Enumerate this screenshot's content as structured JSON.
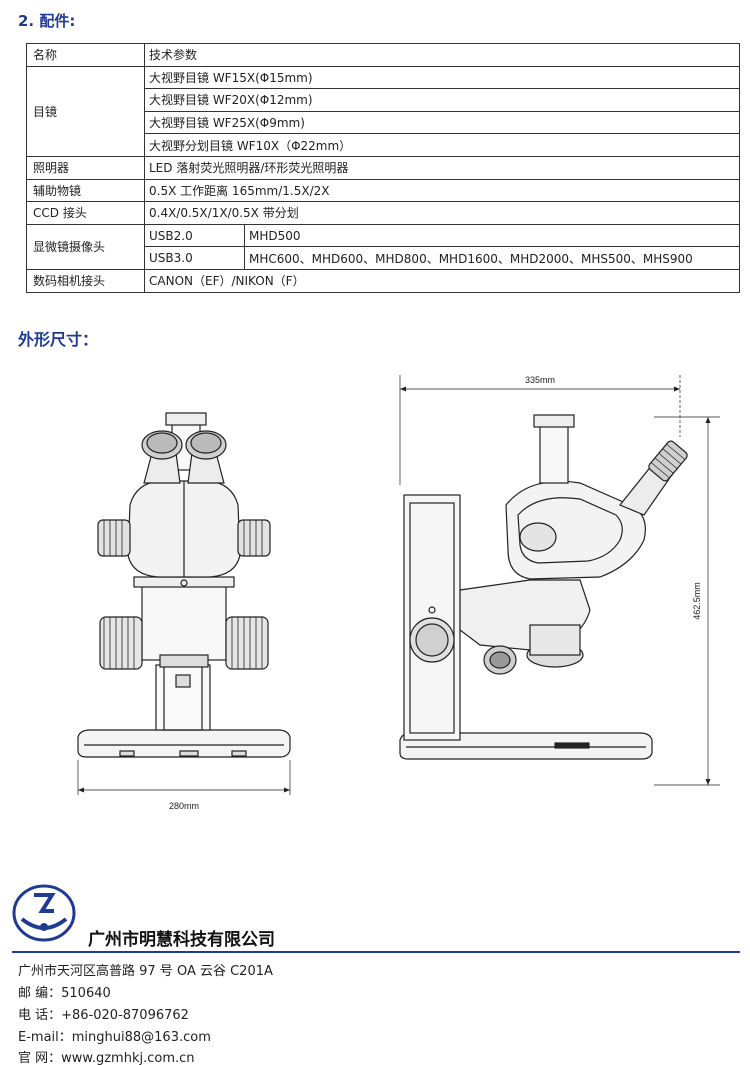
{
  "section1_title": "2. 配件:",
  "section2_title": "外形尺寸：",
  "table": {
    "header": [
      "名称",
      "技术参数"
    ],
    "eyepiece": {
      "label": "目镜",
      "items": [
        "大视野目镜  WF15X(Φ15mm)",
        "大视野目镜  WF20X(Φ12mm)",
        "大视野目镜  WF25X(Φ9mm)",
        "大视野分划目镜  WF10X（Φ22mm）"
      ]
    },
    "illumination": {
      "label": "照明器",
      "value": "LED 落射荧光照明器/环形荧光照明器"
    },
    "aux_objective": {
      "label": "辅助物镜",
      "value": "0.5X 工作距离 165mm/1.5X/2X"
    },
    "ccd": {
      "label": "CCD 接头",
      "value": "0.4X/0.5X/1X/0.5X 带分划"
    },
    "camera": {
      "label": "显微镜摄像头",
      "rows": [
        {
          "type": "USB2.0",
          "models": "MHD500"
        },
        {
          "type": "USB3.0",
          "models": "MHC600、MHD600、MHD800、MHD1600、MHD2000、MHS500、MHS900"
        }
      ]
    },
    "dslr": {
      "label": "数码相机接头",
      "value": "CANON（EF）/NIKON（F）"
    }
  },
  "dimensions": {
    "front_width": "280mm",
    "side_width": "335mm",
    "side_height": "462.5mm"
  },
  "company": {
    "name": "广州市明慧科技有限公司",
    "address": "广州市天河区高普路 97 号 OA 云谷 C201A",
    "post_label": "邮    编：",
    "post": "510640",
    "tel_label": "电    话：",
    "tel": "+86-020-87096762",
    "email_label": "E-mail：",
    "email": "minghui88@163.com",
    "web_label": "官    网：",
    "web": "www.gzmhkj.com.cn"
  },
  "colors": {
    "accent": "#1f3a93"
  }
}
